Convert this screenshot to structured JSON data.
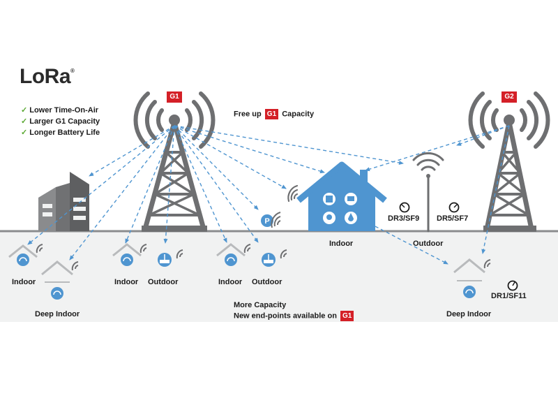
{
  "logo": {
    "text": "LoRa",
    "mark": "®"
  },
  "benefits": [
    "Lower Time-On-Air",
    "Larger G1 Capacity",
    "Longer Battery Life"
  ],
  "gateways": {
    "g1": "G1",
    "g2": "G2"
  },
  "free_up": {
    "prefix": "Free up",
    "badge": "G1",
    "suffix": "Capacity"
  },
  "labels": {
    "indoor_left": "Indoor",
    "deep_indoor_left": "Deep Indoor",
    "indoor_mid": "Indoor",
    "outdoor_mid": "Outdoor",
    "indoor_center": "Indoor",
    "outdoor_center": "Outdoor",
    "house_indoor": "Indoor",
    "outdoor_right": "Outdoor",
    "deep_indoor_right": "Deep Indoor"
  },
  "data_rates": {
    "dr3": "DR3/SF9",
    "dr5": "DR5/SF7",
    "dr1": "DR1/SF11"
  },
  "more_capacity": {
    "line1": "More Capacity",
    "line2": "New end-points available on",
    "badge": "G1"
  },
  "colors": {
    "tower": "#6e6f71",
    "ground": "#8a8c8e",
    "accent_blue": "#4f95d0",
    "badge_red": "#d42027",
    "check_green": "#5aa832",
    "building": "#707173"
  }
}
